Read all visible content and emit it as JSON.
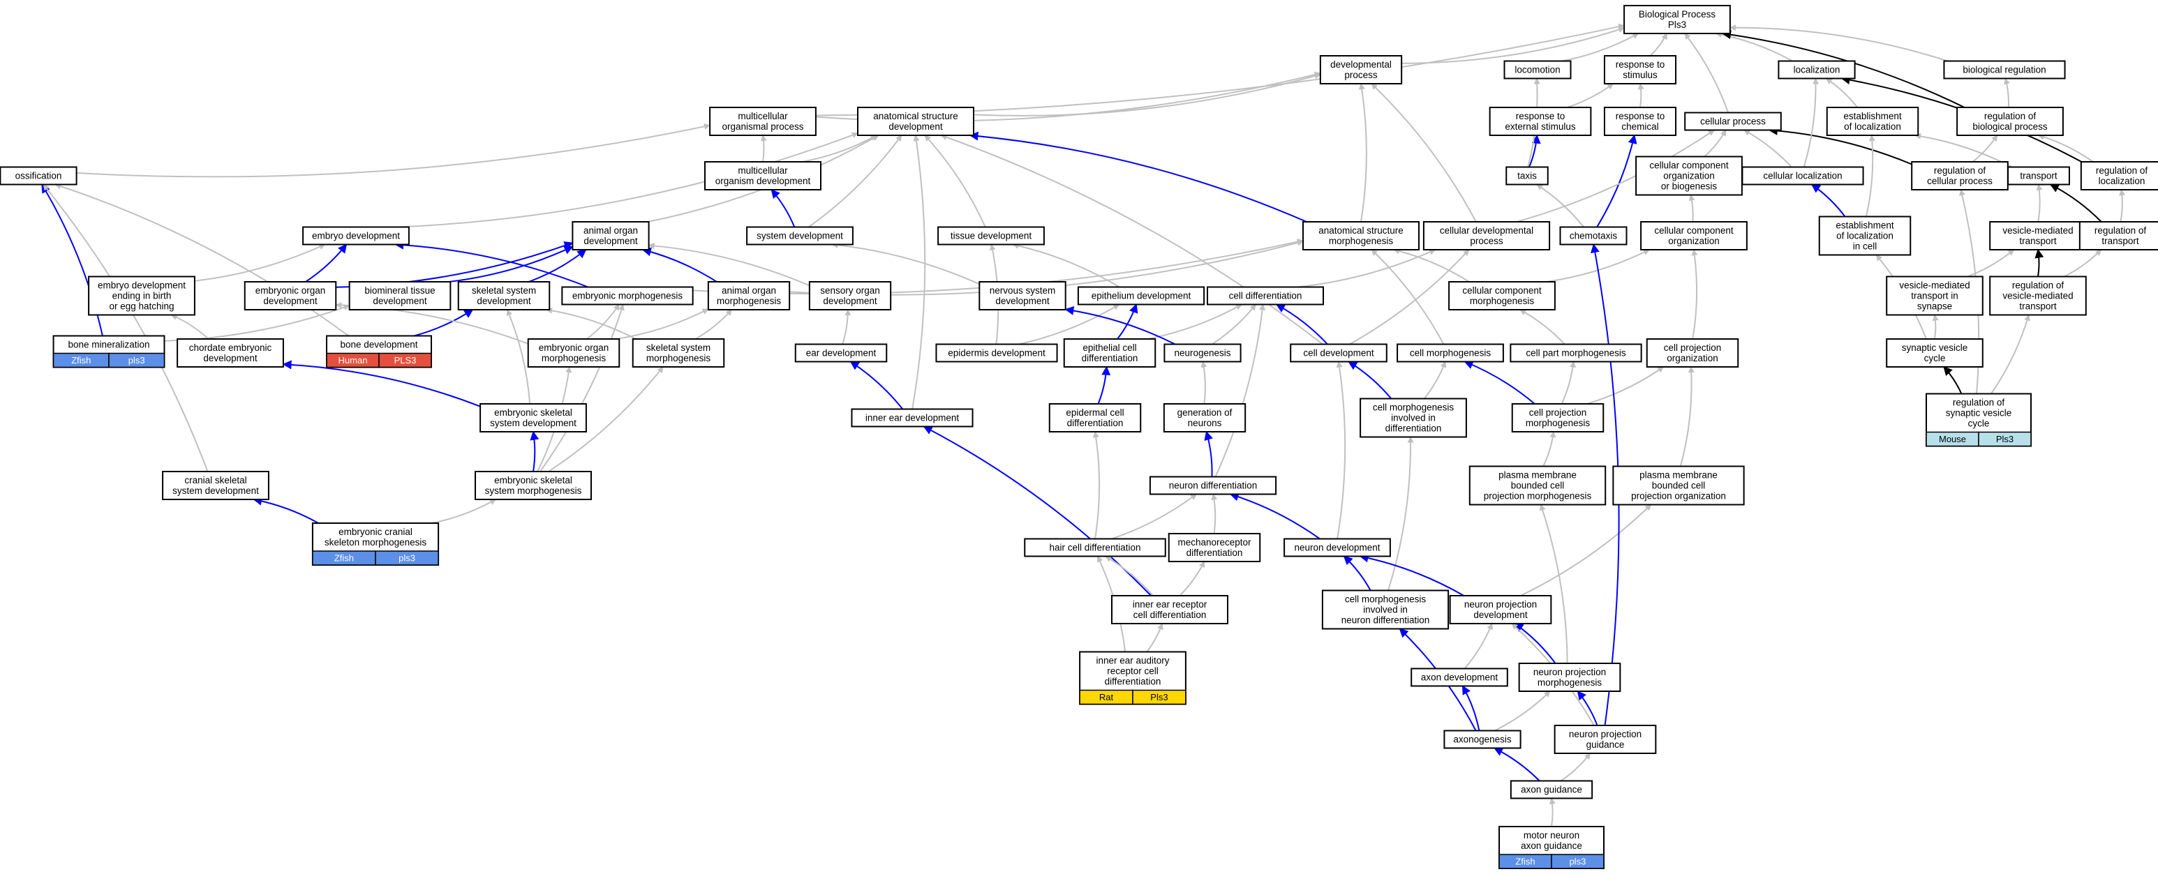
{
  "colors": {
    "grey_edge": "#c0c0c0",
    "blue_edge": "#0000ff",
    "black_edge": "#000000",
    "zfish": "#5b8fe8",
    "human": "#e4503d",
    "rat": "#ffd700",
    "mouse": "#b7e0ea"
  },
  "nodes": {
    "bp": [
      "Biological Process",
      "Pls3"
    ],
    "devp": [
      "developmental",
      "process"
    ],
    "loco": [
      "locomotion"
    ],
    "rts": [
      "response to",
      "stimulus"
    ],
    "loc": [
      "localization"
    ],
    "breg": [
      "biological regulation"
    ],
    "mop": [
      "multicellular",
      "organismal process"
    ],
    "asd": [
      "anatomical structure",
      "development"
    ],
    "rtes": [
      "response to",
      "external stimulus"
    ],
    "rtc": [
      "response to",
      "chemical"
    ],
    "cp": [
      "cellular process"
    ],
    "eol": [
      "establishment",
      "of localization"
    ],
    "rbp": [
      "regulation of",
      "biological process"
    ],
    "oss": [
      "ossification"
    ],
    "mod": [
      "multicellular",
      "organism development"
    ],
    "taxis": [
      "taxis"
    ],
    "ccob": [
      "cellular component",
      "organization",
      "or biogenesis"
    ],
    "cloc": [
      "cellular localization"
    ],
    "rcp": [
      "regulation of",
      "cellular process"
    ],
    "tran": [
      "transport"
    ],
    "rloc": [
      "regulation of",
      "localization"
    ],
    "emd": [
      "embryo development"
    ],
    "aod": [
      "animal organ",
      "development"
    ],
    "sysd": [
      "system development"
    ],
    "tisd": [
      "tissue development"
    ],
    "asm": [
      "anatomical structure",
      "morphogenesis"
    ],
    "cdp": [
      "cellular developmental",
      "process"
    ],
    "chem": [
      "chemotaxis"
    ],
    "cco": [
      "cellular component",
      "organization"
    ],
    "eolc": [
      "establishment",
      "of localization",
      "in cell"
    ],
    "vmt": [
      "vesicle-mediated",
      "transport"
    ],
    "rtr": [
      "regulation of",
      "transport"
    ],
    "edeb": [
      "embryo development",
      "ending in birth",
      "or egg hatching"
    ],
    "eod": [
      "embryonic organ",
      "development"
    ],
    "btd": [
      "biomineral tissue",
      "development"
    ],
    "ssd": [
      "skeletal system",
      "development"
    ],
    "emm": [
      "embryonic morphogenesis"
    ],
    "aom": [
      "animal organ",
      "morphogenesis"
    ],
    "sod": [
      "sensory organ",
      "development"
    ],
    "nsd": [
      "nervous system",
      "development"
    ],
    "epd": [
      "epithelium development"
    ],
    "cdiff": [
      "cell differentiation"
    ],
    "ccm": [
      "cellular component",
      "morphogenesis"
    ],
    "vmts": [
      "vesicle-mediated",
      "transport in",
      "synapse"
    ],
    "rvmt": [
      "regulation of",
      "vesicle-mediated",
      "transport"
    ],
    "bmin": [
      "bone mineralization"
    ],
    "ced": [
      "chordate embryonic",
      "development"
    ],
    "bdev": [
      "bone development"
    ],
    "eom": [
      "embryonic organ",
      "morphogenesis"
    ],
    "ssm": [
      "skeletal system",
      "morphogenesis"
    ],
    "eard": [
      "ear development"
    ],
    "epid": [
      "epidermis development"
    ],
    "ecd": [
      "epithelial cell",
      "differentiation"
    ],
    "neur": [
      "neurogenesis"
    ],
    "cdev": [
      "cell development"
    ],
    "cmor": [
      "cell morphogenesis"
    ],
    "cpm": [
      "cell part morphogenesis"
    ],
    "cpo": [
      "cell projection",
      "organization"
    ],
    "svc": [
      "synaptic vesicle",
      "cycle"
    ],
    "esd": [
      "embryonic skeletal",
      "system development"
    ],
    "ied": [
      "inner ear development"
    ],
    "epcd": [
      "epidermal cell",
      "differentiation"
    ],
    "gon": [
      "generation of",
      "neurons"
    ],
    "cmid": [
      "cell morphogenesis",
      "involved in",
      "differentiation"
    ],
    "cprm": [
      "cell projection",
      "morphogenesis"
    ],
    "rsvc": [
      "regulation of",
      "synaptic vesicle",
      "cycle"
    ],
    "csd": [
      "cranial skeletal",
      "system development"
    ],
    "esm": [
      "embryonic skeletal",
      "system morphogenesis"
    ],
    "nd": [
      "neuron differentiation"
    ],
    "pmcm": [
      "plasma membrane",
      "bounded cell",
      "projection morphogenesis"
    ],
    "pmco": [
      "plasma membrane",
      "bounded cell",
      "projection organization"
    ],
    "ecsm": [
      "embryonic cranial",
      "skeleton morphogenesis"
    ],
    "hcd": [
      "hair cell differentiation"
    ],
    "mrd": [
      "mechanoreceptor",
      "differentiation"
    ],
    "ndev": [
      "neuron development"
    ],
    "iercd": [
      "inner ear receptor",
      "cell differentiation"
    ],
    "cmind": [
      "cell morphogenesis",
      "involved in",
      "neuron differentiation"
    ],
    "npd": [
      "neuron projection",
      "development"
    ],
    "ieard": [
      "inner ear auditory",
      "receptor cell",
      "differentiation"
    ],
    "axd": [
      "axon development"
    ],
    "npm": [
      "neuron projection",
      "morphogenesis"
    ],
    "axg": [
      "axonogenesis"
    ],
    "npg": [
      "neuron projection",
      "guidance"
    ],
    "axgu": [
      "axon guidance"
    ],
    "mnag": [
      "motor neuron",
      "axon guidance"
    ]
  },
  "badges": {
    "bmin": [
      {
        "species": "Zfish",
        "gene": "pls3"
      }
    ],
    "bdev": [
      {
        "species": "Human",
        "gene": "PLS3"
      }
    ],
    "ecsm": [
      {
        "species": "Zfish",
        "gene": "pls3"
      }
    ],
    "ieard": [
      {
        "species": "Rat",
        "gene": "Pls3"
      }
    ],
    "rsvc": [
      {
        "species": "Mouse",
        "gene": "Pls3"
      }
    ],
    "mnag": [
      {
        "species": "Zfish",
        "gene": "pls3"
      }
    ]
  },
  "species_colors": {
    "Zfish": "#5b8fe8",
    "Human": "#e4503d",
    "Rat": "#ffd700",
    "Mouse": "#b7e0ea"
  }
}
